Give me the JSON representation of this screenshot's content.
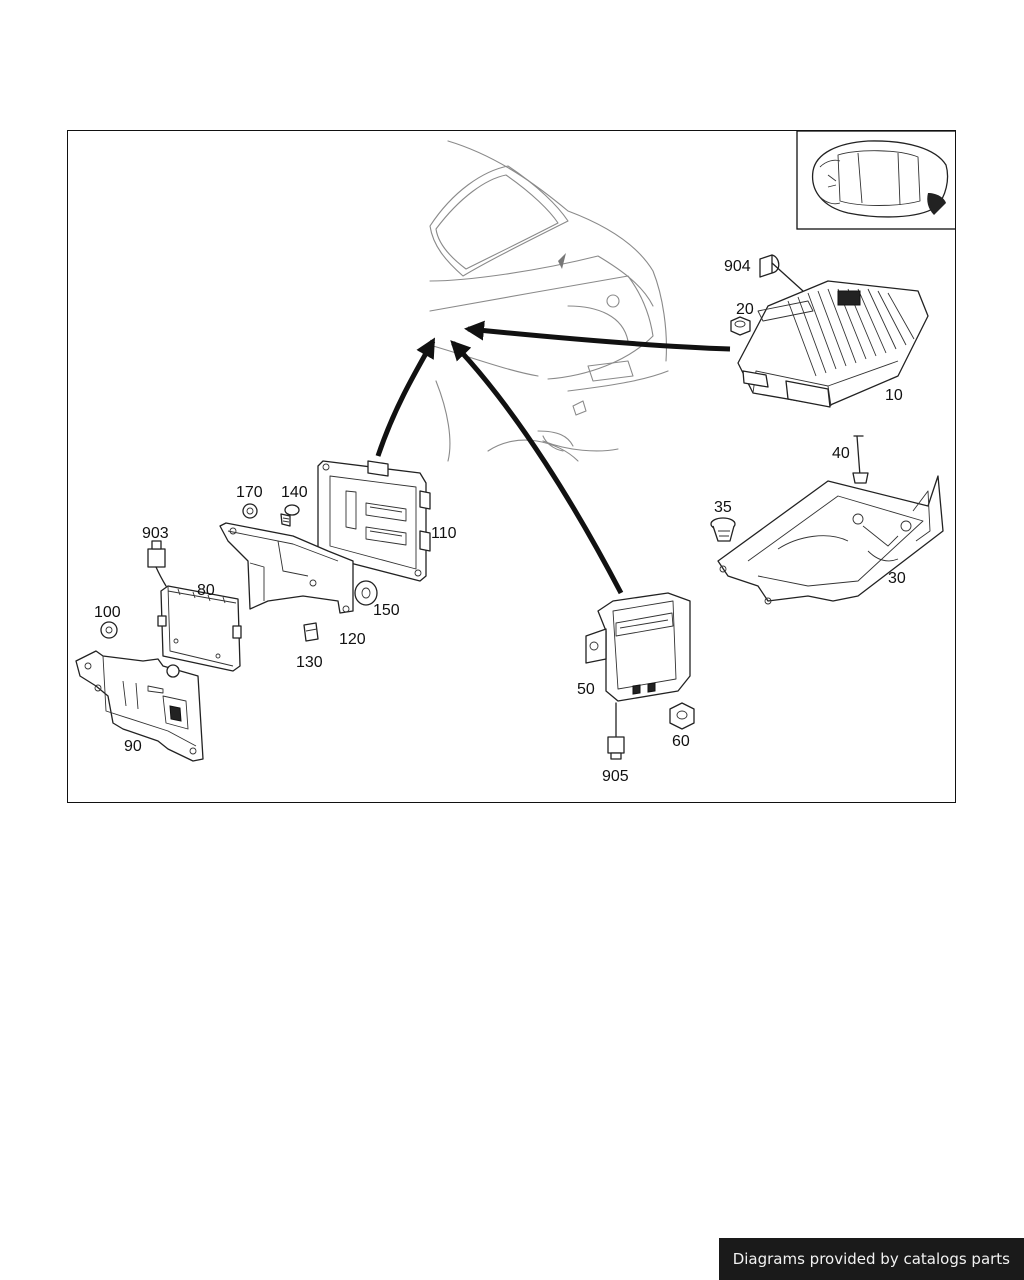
{
  "callouts": {
    "c10": "10",
    "c20": "20",
    "c30": "30",
    "c35": "35",
    "c40": "40",
    "c50": "50",
    "c60": "60",
    "c80": "80",
    "c90": "90",
    "c100": "100",
    "c110": "110",
    "c120": "120",
    "c130": "130",
    "c140": "140",
    "c150": "150",
    "c170": "170",
    "c903": "903",
    "c904": "904",
    "c905": "905"
  },
  "footer": {
    "text": "Diagrams provided by catalogs parts"
  }
}
